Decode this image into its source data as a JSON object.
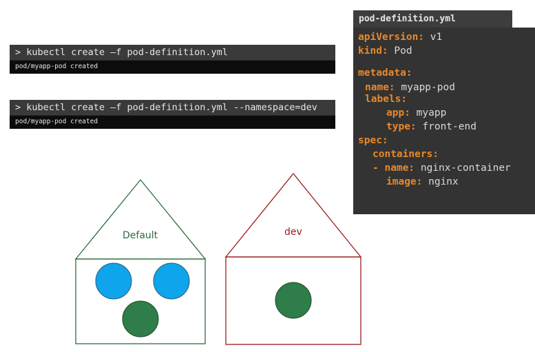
{
  "commands": [
    {
      "command": "> kubectl create –f pod-definition.yml",
      "output": "pod/myapp-pod created"
    },
    {
      "command": "> kubectl create –f pod-definition.yml --namespace=dev",
      "output": "pod/myapp-pod created"
    }
  ],
  "yaml": {
    "filename": "pod-definition.yml",
    "lines": [
      {
        "key": "apiVersion:",
        "value": " v1"
      },
      {
        "key": "kind:",
        "value": " Pod"
      },
      {
        "key": "metadata:",
        "value": ""
      },
      {
        "key": "name:",
        "value": " myapp-pod"
      },
      {
        "key": "labels:",
        "value": ""
      },
      {
        "key": "app:",
        "value": " myapp"
      },
      {
        "key": "type:",
        "value": " front-end"
      },
      {
        "key": "spec:",
        "value": ""
      },
      {
        "key": "containers:",
        "value": ""
      },
      {
        "key": "- name:",
        "value": " nginx-container"
      },
      {
        "key": "image:",
        "value": " nginx"
      }
    ]
  },
  "namespaces": {
    "default": {
      "label": "Default",
      "color": "#2e6b3c",
      "pods": [
        "blue",
        "blue",
        "green"
      ]
    },
    "dev": {
      "label": "dev",
      "color": "#9b1b1b",
      "pods": [
        "green"
      ]
    }
  },
  "colors": {
    "pod_blue": "#0ea5ec",
    "pod_green": "#2f7d48",
    "yaml_key": "#e8892a",
    "yaml_value": "#d9d9d9"
  }
}
